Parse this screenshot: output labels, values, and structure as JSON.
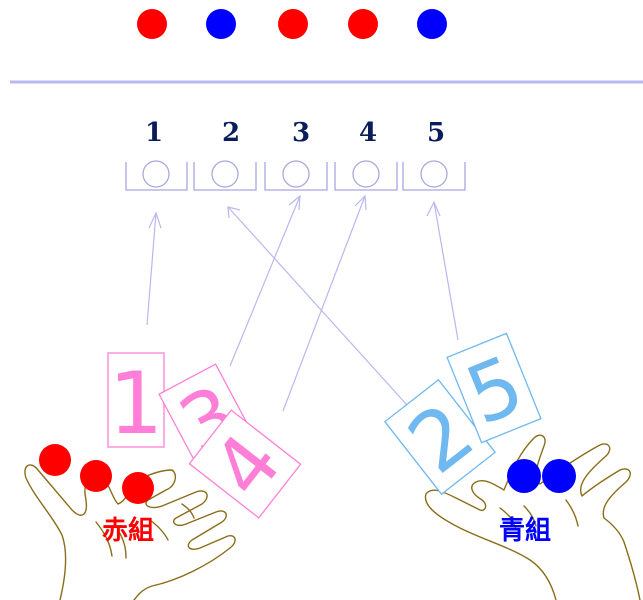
{
  "top_balls": [
    {
      "color": "#ff0000",
      "group": "red"
    },
    {
      "color": "#0000ff",
      "group": "blue"
    },
    {
      "color": "#ff0000",
      "group": "red"
    },
    {
      "color": "#ff0000",
      "group": "red"
    },
    {
      "color": "#0000ff",
      "group": "blue"
    }
  ],
  "slots": [
    {
      "number": "1"
    },
    {
      "number": "2"
    },
    {
      "number": "3"
    },
    {
      "number": "4"
    },
    {
      "number": "5"
    }
  ],
  "cards": {
    "red": [
      {
        "number": "1",
        "target_slot": 1
      },
      {
        "number": "3",
        "target_slot": 3
      },
      {
        "number": "4",
        "target_slot": 4
      }
    ],
    "blue": [
      {
        "number": "2",
        "target_slot": 2
      },
      {
        "number": "5",
        "target_slot": 5
      }
    ]
  },
  "groups": {
    "red": {
      "label": "赤組",
      "color": "#ff0000",
      "ball_count": 3,
      "card_color": "#ff7fd8"
    },
    "blue": {
      "label": "青組",
      "color": "#0000ff",
      "ball_count": 2,
      "card_color": "#6fb8f0"
    }
  },
  "colors": {
    "divider": "#b9b9f0",
    "slot_outline": "#a8a8e0",
    "arrow": "#b8b8ee",
    "hand_outline": "#8a6d1a",
    "slot_number": "#0b1c5a"
  }
}
